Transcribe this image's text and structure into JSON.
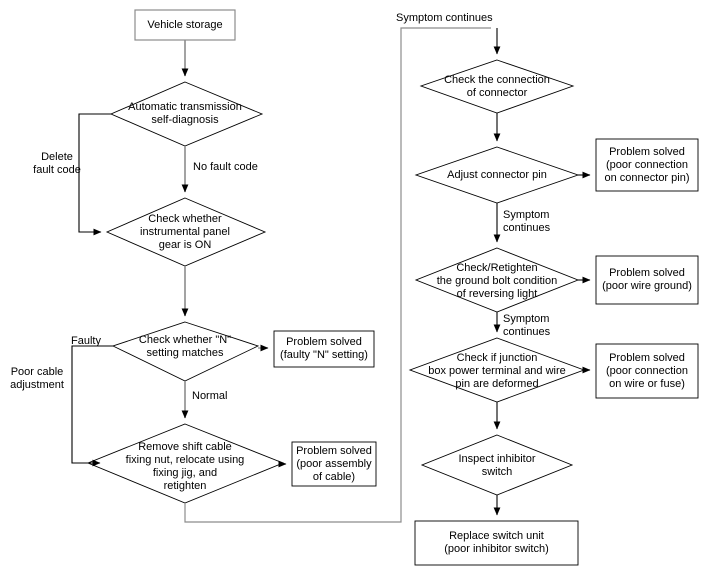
{
  "diagram": {
    "title": "Automatic transmission / inhibitor switch diagnosis flowchart",
    "colors": {
      "gray_line": "#8c8c8c",
      "black_line": "#000000",
      "gray_box_border": "#8c8c8c",
      "black_box_border": "#000000",
      "text": "#000000",
      "background": "#ffffff"
    },
    "nodes": {
      "vehicle_storage": "Vehicle storage",
      "auto_trans_self_diagnosis": "Automatic transmission\nself-diagnosis",
      "check_instrumental_panel": "Check whether\ninstrumental panel\ngear is ON",
      "check_n_setting": "Check whether \"N\"\nsetting matches",
      "solved_n_setting": "Problem solved\n(faulty \"N\" setting)",
      "remove_shift_cable": "Remove shift cable\nfixing nut, relocate using\nfixing jig, and\nretighten",
      "solved_assembly_cable": "Problem solved\n(poor assembly\nof cable)",
      "check_connector_connection": "Check the connection\nof connector",
      "adjust_connector_pin": "Adjust connector pin",
      "solved_connector_pin": "Problem solved\n(poor connection\non connector pin)",
      "check_ground_bolt": "Check/Retighten\nthe ground bolt condition\nof reversing light",
      "solved_wire_ground": "Problem solved\n(poor wire ground)",
      "check_junction_box": "Check if junction\nbox power terminal and wire\npin are deformed",
      "solved_wire_or_fuse": "Problem solved\n(poor connection\non wire or fuse)",
      "inspect_inhibitor_switch": "Inspect inhibitor\nswitch",
      "replace_switch_unit": "Replace switch unit\n(poor inhibitor switch)"
    },
    "edge_labels": {
      "delete_fault_code": "Delete\nfault code",
      "no_fault_code": "No fault code",
      "faulty": "Faulty",
      "poor_cable_adjustment": "Poor cable\nadjustment",
      "normal": "Normal",
      "symptom_continues_loop": "Symptom continues",
      "symptom_continues_1": "Symptom\ncontinues",
      "symptom_continues_2": "Symptom\ncontinues",
      "symptom_continues_3": "Symptom\ncontinues"
    }
  }
}
